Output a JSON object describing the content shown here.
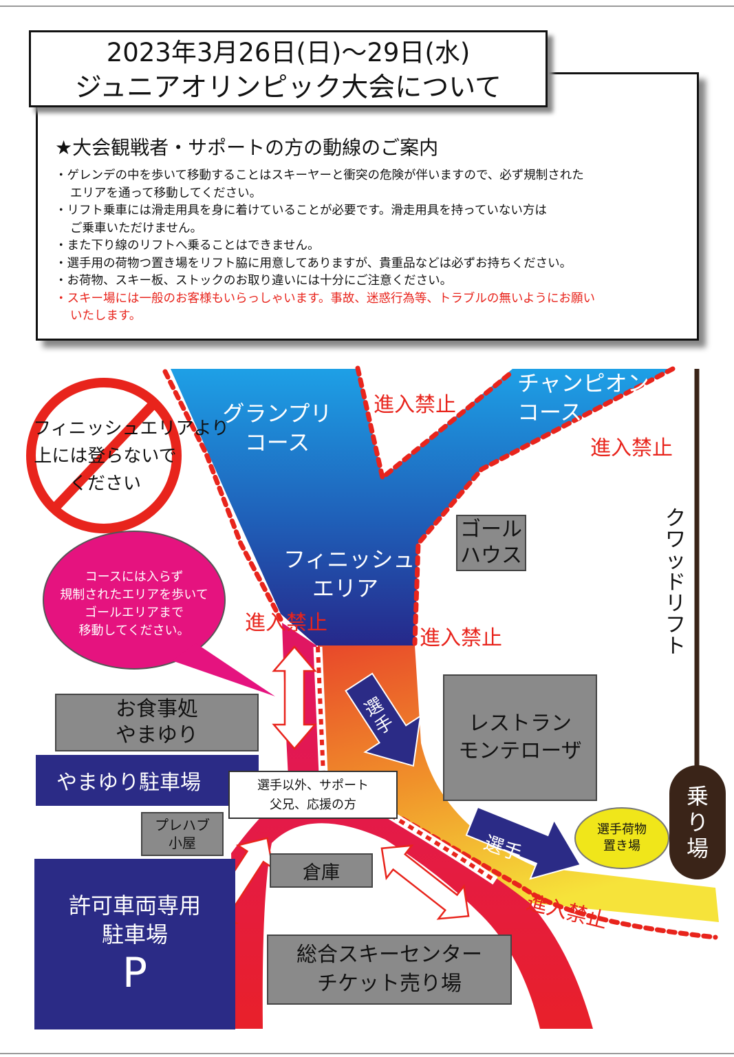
{
  "header": {
    "date_line": "2023年3月26日(日)～29日(水)",
    "title": "ジュニアオリンピック大会について"
  },
  "notice": {
    "heading": "★大会観戦者・サポートの方の動線のご案内",
    "items": [
      {
        "lines": [
          "・ゲレンデの中を歩いて移動することはスキーヤーと衝突の危険が伴いますので、必ず規制された",
          "エリアを通って移動してください。"
        ],
        "color": "black"
      },
      {
        "lines": [
          "・リフト乗車には滑走用具を身に着けていることが必要です。滑走用具を持っていない方は",
          "ご乗車いただけません。"
        ],
        "color": "black"
      },
      {
        "lines": [
          "・また下り線のリフトへ乗ることはできません。"
        ],
        "color": "black"
      },
      {
        "lines": [
          "・選手用の荷物つ置き場をリフト脇に用意してありますが、貴重品などは必ずお持ちください。"
        ],
        "color": "black"
      },
      {
        "lines": [
          "・お荷物、スキー板、ストックのお取り違いには十分にご注意ください。"
        ],
        "color": "black"
      },
      {
        "lines": [
          "・スキー場には一般のお客様もいらっしゃいます。事故、迷惑行為等、トラブルの無いようにお願い",
          "いたします。"
        ],
        "color": "red"
      }
    ]
  },
  "map": {
    "no_climb_sign": [
      "フィニッシュエリアより",
      "上には登らないで",
      "ください"
    ],
    "grandprix_course": [
      "グランプリ",
      "コース"
    ],
    "champion_course": [
      "チャンピオン",
      "コース"
    ],
    "finish_area": [
      "フィニッシュ",
      "エリア"
    ],
    "goal_house": [
      "ゴール",
      "ハウス"
    ],
    "quad_lift": "クワッドリフト",
    "no_entry": "進入禁止",
    "bubble": [
      "コースには入らず",
      "規制されたエリアを歩いて",
      "ゴールエリアまで",
      "移動してください。"
    ],
    "restaurant_yamayuri": [
      "お食事処",
      "やまゆり"
    ],
    "yamayuri_parking": "やまゆり駐車場",
    "restaurant_monterosa": [
      "レストラン",
      "モンテローザ"
    ],
    "athlete_label": "選手",
    "supporters_box": [
      "選手以外、サポート",
      "父兄、応援の方"
    ],
    "prefab_hut": [
      "プレハブ",
      "小屋"
    ],
    "warehouse": "倉庫",
    "athlete_luggage": [
      "選手荷物",
      "置き場"
    ],
    "boarding": [
      "乗",
      "り",
      "場"
    ],
    "permit_parking": [
      "許可車両専用",
      "駐車場"
    ],
    "parking_symbol": "P",
    "ski_center": [
      "総合スキーセンター",
      "チケット売り場"
    ]
  },
  "colors": {
    "course_top": "#1e8fd8",
    "course_bottom": "#24308a",
    "athlete_lane_top": "#e8532a",
    "athlete_lane_bottom": "#f5e23a",
    "walk_path": "#e5174f",
    "no_entry_red": "#e8241c",
    "navy": "#2b2b86",
    "building_gray": "#8a8a8a",
    "bubble_magenta": "#e5137f",
    "lift_brown": "#3a2418"
  }
}
